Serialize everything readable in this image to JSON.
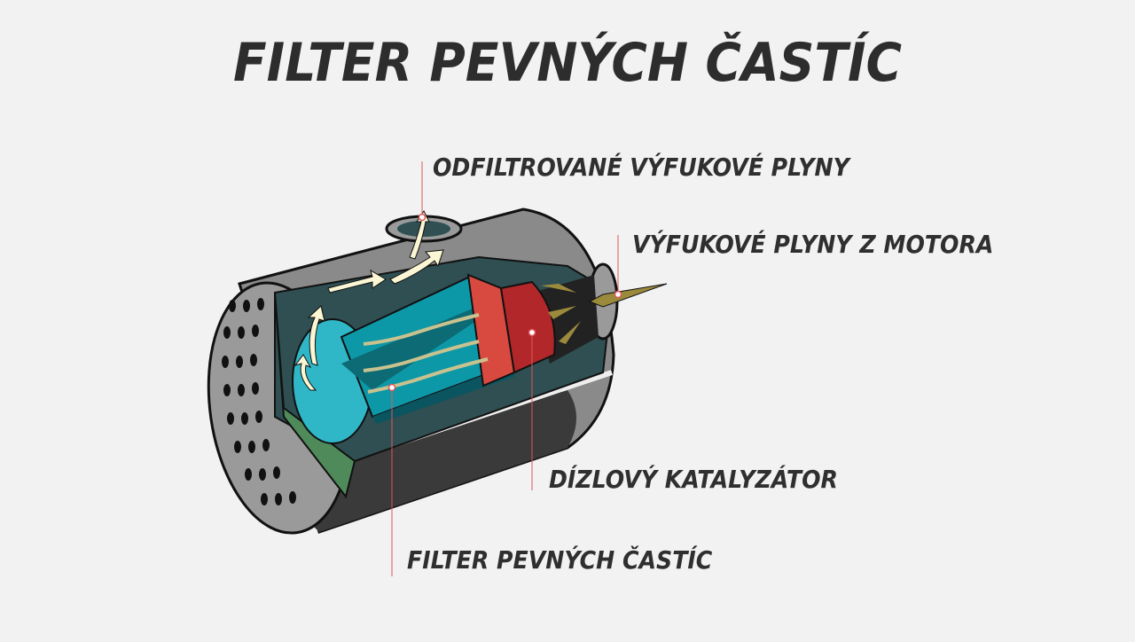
{
  "title": "FILTER PEVNÝCH ČASTÍC",
  "labels": {
    "filtered_gases": "ODFILTROVANÉ VÝFUKOVÉ PLYNY",
    "engine_gases": "VÝFUKOVÉ PLYNY Z MOTORA",
    "diesel_catalyst": "DÍZLOVÝ KATALYZÁTOR",
    "particulate_filter": "FILTER PEVNÝCH ČASTÍC"
  },
  "colors": {
    "text": "#2d2d2d",
    "leader": "#e0575b",
    "filter": "#1a9aa6",
    "catalyst": "#c43a36",
    "clean_arrow": "#fbf6d4",
    "dirty_arrow": "#9b8a3c",
    "shell": "#8e8e8e"
  }
}
